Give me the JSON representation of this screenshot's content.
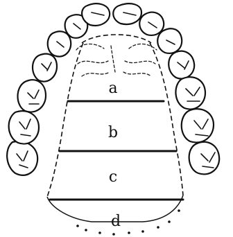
{
  "diagram": {
    "zone_labels": [
      "a",
      "b",
      "c",
      "d"
    ]
  }
}
